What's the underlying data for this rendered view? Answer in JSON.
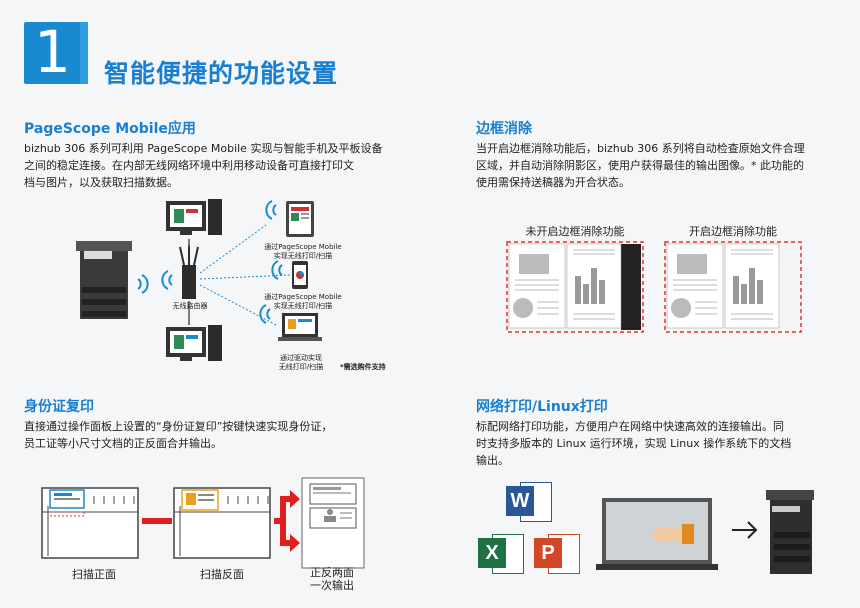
{
  "header": {
    "number": "1",
    "title": "智能便捷的功能设置"
  },
  "mobile": {
    "title": "PageScope Mobile应用",
    "body": [
      "bizhub 306 系列可利用 PageScope Mobile 实现与智能手机及平板设备",
      "之间的稳定连接。在内部无线网络环境中利用移动设备可直接打印文",
      "档与图片，以及获取扫描数据。"
    ],
    "router_label": "无线路由器",
    "tablet_label": [
      "通过PageScope Mobile",
      "实现无线打印/扫描"
    ],
    "phone_label": [
      "通过PageScope Mobile",
      "实现无线打印/扫描"
    ],
    "laptop_label": [
      "通过驱动实现",
      "无线打印/扫描"
    ],
    "note": "*需选购件支持"
  },
  "border": {
    "title": "边框消除",
    "body": [
      "当开启边框消除功能后，bizhub 306 系列将自动检查原始文件合理",
      "区域，并自动消除阴影区，使用户获得最佳的输出图像。* 此功能的",
      "使用需保持送稿器为开合状态。"
    ],
    "off_label": "未开启边框消除功能",
    "on_label": "开启边框消除功能"
  },
  "idcopy": {
    "title": "身份证复印",
    "body": [
      "直接通过操作面板上设置的“身份证复印”按键快速实现身份证，",
      "员工证等小尺寸文档的正反面合并输出。"
    ],
    "front_label": "扫描正面",
    "back_label": "扫描反面",
    "output_label": [
      "正反两面",
      "一次输出"
    ]
  },
  "network": {
    "title": "网络打印/Linux打印",
    "body": [
      "标配网络打印功能，方便用户在网络中快速高效的连接输出。同",
      "时支持多版本的 Linux 运行环境，实现 Linux 操作系统下的文档",
      "输出。"
    ],
    "word_letter": "W",
    "excel_letter": "X",
    "ppt_letter": "P"
  },
  "colors": {
    "accent": "#1a7fd0",
    "dashed_red": "#e53333",
    "word": "#2b5797",
    "excel": "#1e7145",
    "ppt": "#d24726"
  }
}
